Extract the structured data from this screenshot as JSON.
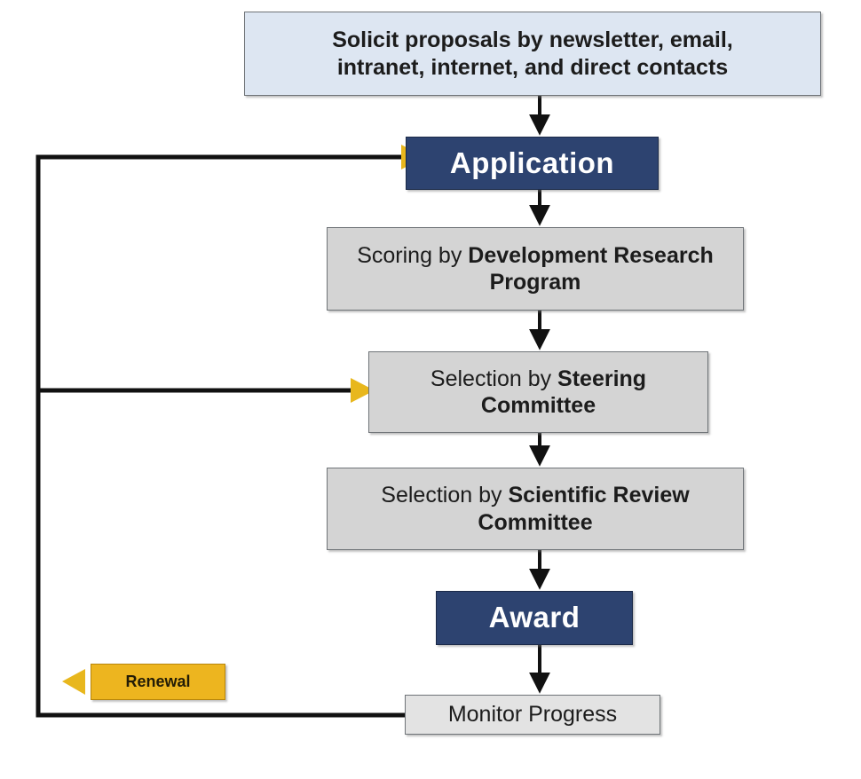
{
  "diagram": {
    "title": "Research grant application and award process flow",
    "colors": {
      "accent_navy": "#2d4370",
      "accent_gold": "#edb51f",
      "box_gray": "#d4d4d4",
      "box_light_blue": "#dde6f2",
      "line_black": "#111111"
    },
    "nodes": [
      {
        "id": "solicit",
        "label": "Solicit proposals by newsletter, email,\nintranet, internet, and direct contacts",
        "style": "light-blue"
      },
      {
        "id": "application",
        "label": "Application",
        "style": "navy"
      },
      {
        "id": "scoring",
        "label_prefix": "Scoring by ",
        "label_bold": "Development Research Program",
        "label": "Scoring by Development Research Program",
        "style": "gray"
      },
      {
        "id": "steering",
        "label_prefix": "Selection by ",
        "label_bold": "Steering Committee",
        "label": "Selection by Steering Committee",
        "style": "gray"
      },
      {
        "id": "scientific",
        "label_prefix": "Selection by ",
        "label_bold": "Scientific Review Committee",
        "label": "Selection by Scientific Review Committee",
        "style": "gray"
      },
      {
        "id": "award",
        "label": "Award",
        "style": "navy"
      },
      {
        "id": "monitor",
        "label": "Monitor Progress",
        "style": "gray"
      },
      {
        "id": "renewal",
        "label": "Renewal",
        "style": "gold"
      }
    ],
    "connectors": [
      {
        "id": "solicit-to-application",
        "from": "solicit",
        "to": "application",
        "arrow": "black-down"
      },
      {
        "id": "application-to-scoring",
        "from": "application",
        "to": "scoring",
        "arrow": "black-down"
      },
      {
        "id": "scoring-to-steering",
        "from": "scoring",
        "to": "steering",
        "arrow": "black-down"
      },
      {
        "id": "steering-to-scientific",
        "from": "steering",
        "to": "scientific",
        "arrow": "black-down"
      },
      {
        "id": "scientific-to-award",
        "from": "scientific",
        "to": "award",
        "arrow": "black-down"
      },
      {
        "id": "award-to-monitor",
        "from": "award",
        "to": "monitor",
        "arrow": "black-down"
      },
      {
        "id": "monitor-to-application-feedback",
        "from": "monitor",
        "to": "application",
        "arrow": "gold-right"
      },
      {
        "id": "monitor-to-steering-feedback",
        "from": "monitor",
        "to": "steering",
        "arrow": "gold-right"
      },
      {
        "id": "feedback-to-renewal",
        "from": "monitor",
        "to": "renewal",
        "arrow": "gold-left"
      }
    ]
  }
}
